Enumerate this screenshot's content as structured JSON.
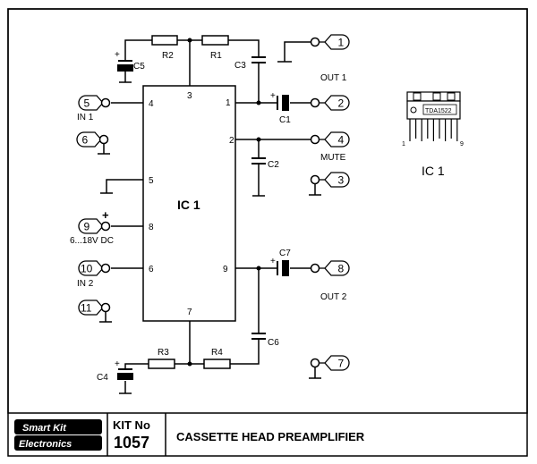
{
  "diagram": {
    "ic_main": {
      "label": "IC 1",
      "pins": {
        "p1": "1",
        "p2": "2",
        "p3": "3",
        "p4": "4",
        "p5": "5",
        "p6": "6",
        "p7": "7",
        "p8": "8",
        "p9": "9"
      }
    },
    "components": {
      "r1": "R1",
      "r2": "R2",
      "r3": "R3",
      "r4": "R4",
      "c1": "C1",
      "c2": "C2",
      "c3": "C3",
      "c4": "C4",
      "c5": "C5",
      "c6": "C6",
      "c7": "C7",
      "plus": "+"
    },
    "terminals": [
      "1",
      "2",
      "3",
      "4",
      "5",
      "6",
      "7",
      "8",
      "9",
      "10",
      "11"
    ],
    "labels": {
      "out1": "OUT 1",
      "out2": "OUT 2",
      "in1": "IN 1",
      "in2": "IN 2",
      "mute": "MUTE",
      "supply": "6...18V DC",
      "supply_plus": "+"
    },
    "package": {
      "chip": "TDA1522",
      "pin_first": "1",
      "pin_last": "9",
      "caption": "IC 1"
    }
  },
  "footer": {
    "brand_line1": "Smart Kit",
    "brand_line2": "Electronics",
    "kit_label": "KIT No",
    "kit_number": "1057",
    "title": "CASSETTE HEAD PREAMPLIFIER"
  }
}
